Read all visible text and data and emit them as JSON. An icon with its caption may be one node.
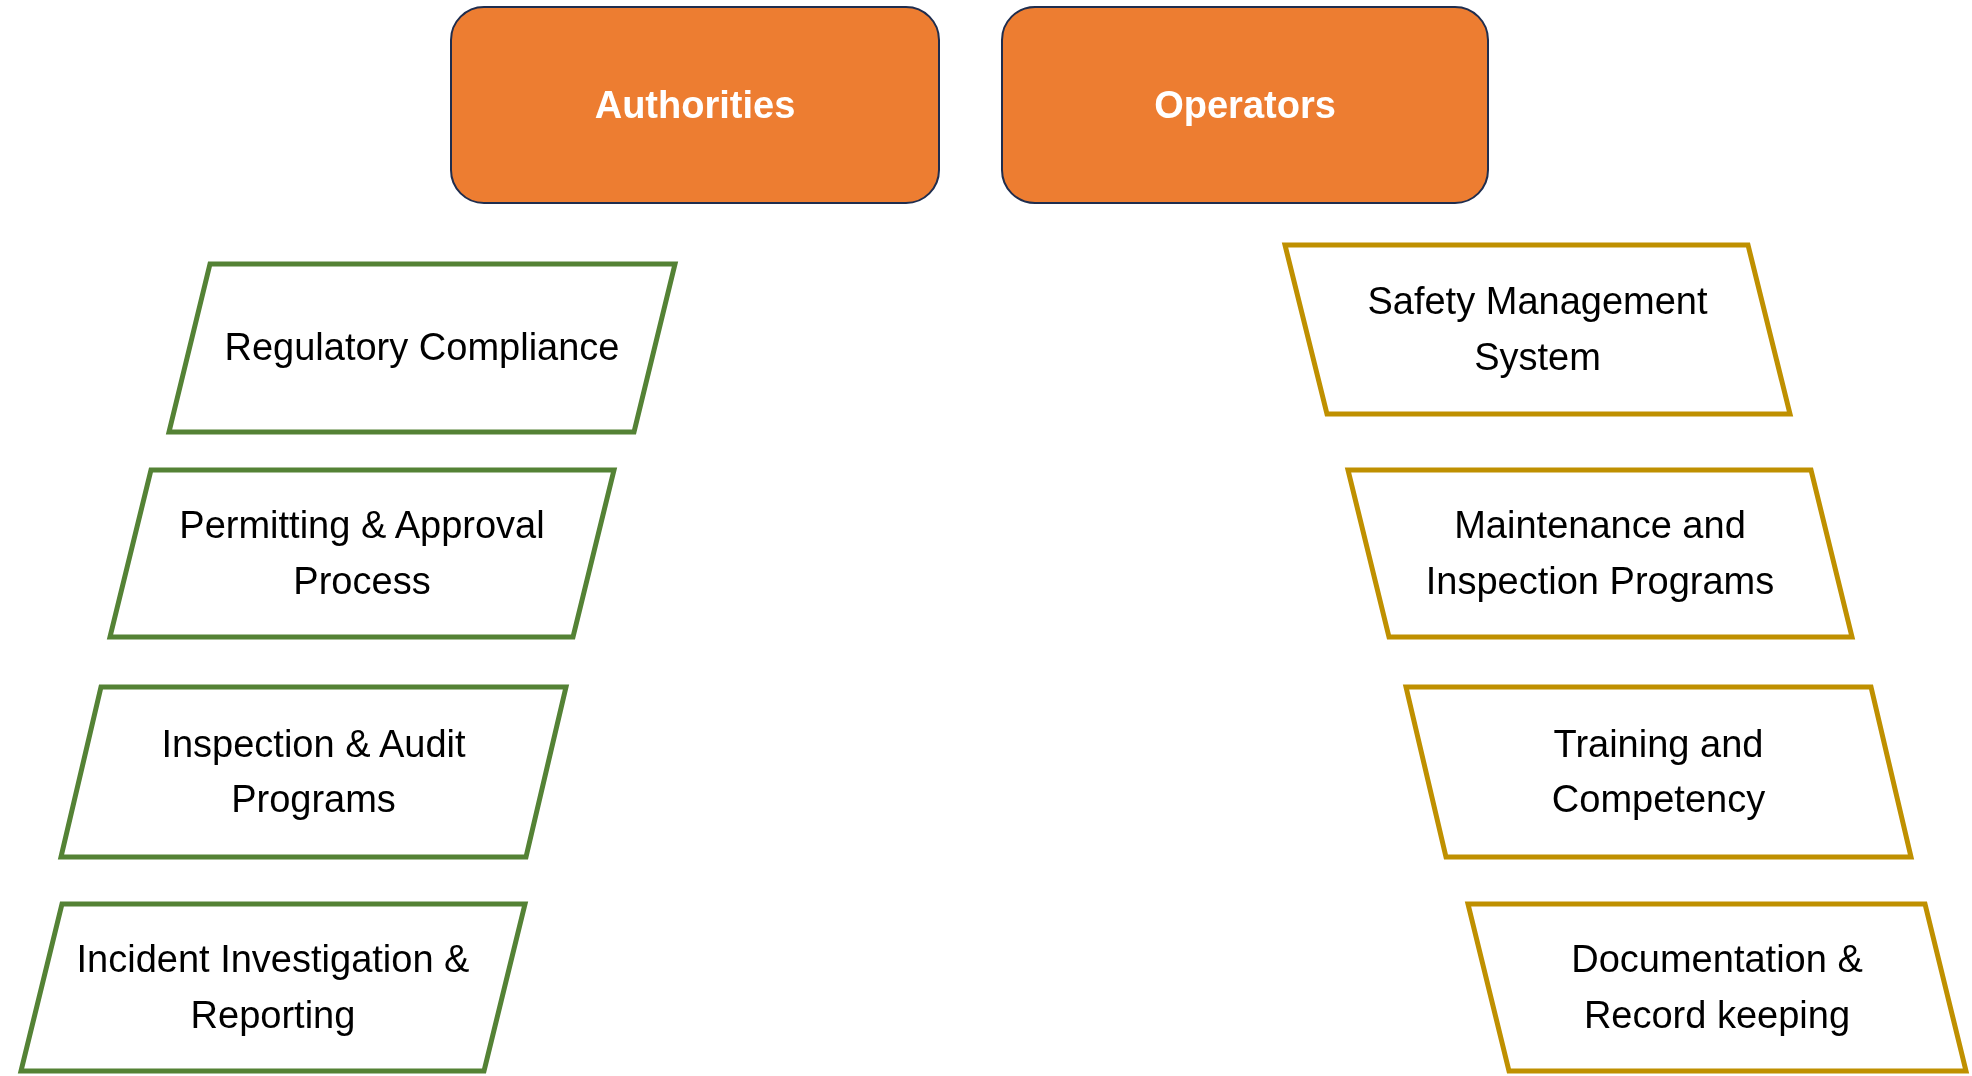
{
  "diagram": {
    "nodes": [
      {
        "text": [
          "Authorities"
        ]
      },
      {
        "text": [
          "Operators"
        ]
      },
      {
        "text": [
          "Regulatory Compliance"
        ]
      },
      {
        "text": [
          "Permitting & Approval Process"
        ]
      },
      {
        "text": [
          "Inspection & Audit Programs"
        ]
      },
      {
        "text": [
          "Incident Investigation & Reporting"
        ]
      },
      {
        "text": [
          "Safety Management System"
        ]
      },
      {
        "text": [
          "Maintenance and Inspection Programs"
        ]
      },
      {
        "text": [
          "Training and Competency"
        ]
      },
      {
        "text": [
          "Documentation & Record keeping"
        ]
      }
    ]
  }
}
